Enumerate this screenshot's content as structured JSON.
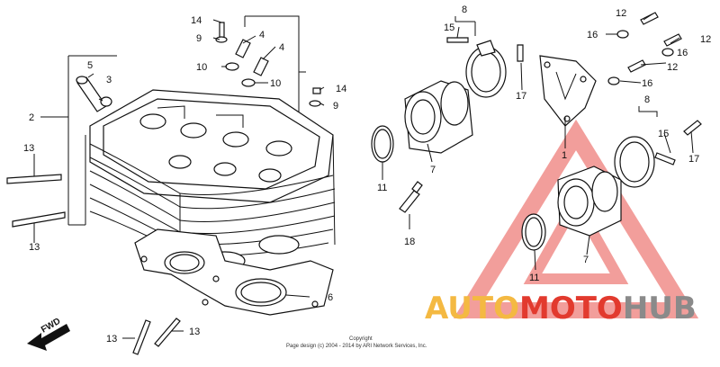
{
  "diagram": {
    "callouts": {
      "c1": "1",
      "c2": "2",
      "c3": "3",
      "c4a": "4",
      "c4b": "4",
      "c5": "5",
      "c6": "6",
      "c7a": "7",
      "c7b": "7",
      "c8a": "8",
      "c8b": "8",
      "c9a": "9",
      "c9b": "9",
      "c10a": "10",
      "c10b": "10",
      "c11a": "11",
      "c11b": "11",
      "c12a": "12",
      "c12b": "12",
      "c12c": "12",
      "c13a": "13",
      "c13b": "13",
      "c13c": "13",
      "c13d": "13",
      "c14a": "14",
      "c14b": "14",
      "c15a": "15",
      "c15b": "15",
      "c16a": "16",
      "c16b": "16",
      "c16c": "16",
      "c17a": "17",
      "c17b": "17",
      "c18": "18"
    },
    "fwd_label": "FWD",
    "copyright_line1": "Copyright",
    "copyright_line2": "Page design (c) 2004 - 2014 by ARI Network Services, Inc."
  },
  "watermark": {
    "part1": "AUTO",
    "part2": "MOTO",
    "part3": "HUB",
    "colors": {
      "auto": "#f4b942",
      "moto": "#e23a2e",
      "hub": "#8a8a8a",
      "triangle": "#e8504a"
    }
  }
}
